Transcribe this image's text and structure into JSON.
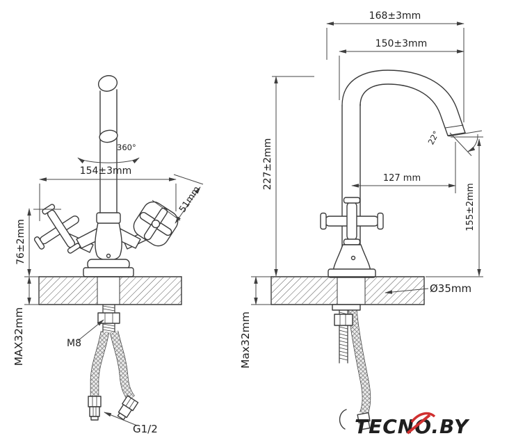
{
  "views": {
    "front": {
      "rotation": "360°",
      "width": "154±3mm",
      "handle_height": "76±2mm",
      "deck_max": "MAX32mm",
      "handle_size": "51mm",
      "bolt": "M8",
      "thread": "G1/2"
    },
    "side": {
      "overall_reach": "168±3mm",
      "spout_reach": "150±3mm",
      "total_height": "227±2mm",
      "spout_center": "127 mm",
      "outlet_height": "155±2mm",
      "outlet_angle": "22°",
      "hole_diameter": "Ø35mm",
      "deck_max": "Max32mm"
    }
  },
  "watermark": {
    "brand": "TECNO.BY"
  },
  "colors": {
    "line": "#3a3a3a",
    "watermark_gold": "#c09a25",
    "watermark_red": "#d03030"
  }
}
